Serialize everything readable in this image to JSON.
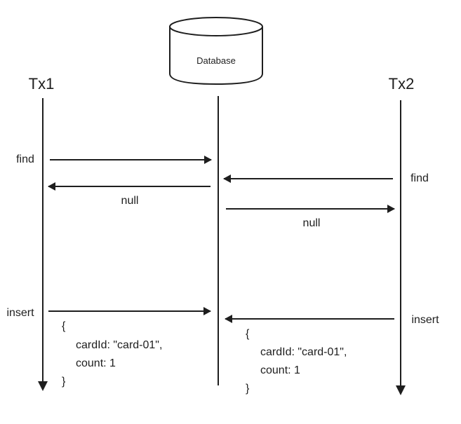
{
  "database": {
    "label": "Database"
  },
  "tx1": {
    "label": "Tx1",
    "find_label": "find",
    "null_label": "null",
    "insert_label": "insert",
    "payload": {
      "open": "{",
      "line1": "cardId: \"card-01\",",
      "line2": "count: 1",
      "close": "}"
    }
  },
  "tx2": {
    "label": "Tx2",
    "find_label": "find",
    "null_label": "null",
    "insert_label": "insert",
    "payload": {
      "open": "{",
      "line1": "cardId: \"card-01\",",
      "line2": "count: 1",
      "close": "}"
    }
  },
  "colors": {
    "stroke": "#1e1e1e",
    "background": "#ffffff"
  }
}
